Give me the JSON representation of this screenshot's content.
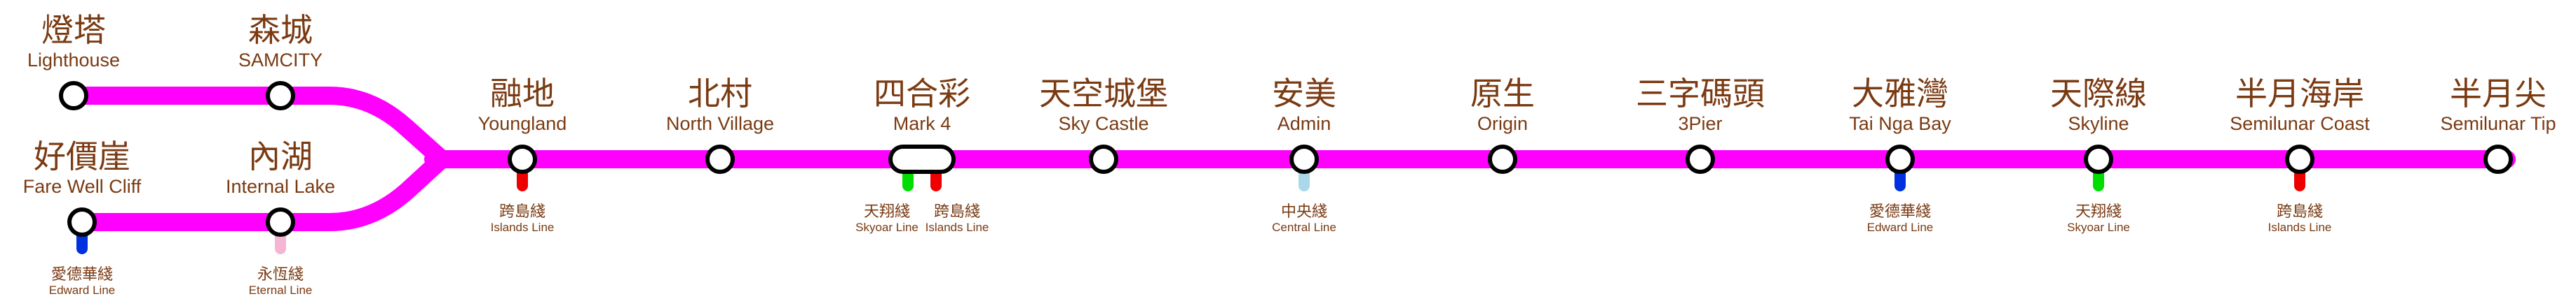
{
  "line_color": "#ff00ff",
  "text_color": "#7a3a12",
  "stations": [
    {
      "id": "lighthouse",
      "zh": "燈塔",
      "en": "Lighthouse",
      "connections": []
    },
    {
      "id": "samcity",
      "zh": "森城",
      "en": "SAMCITY",
      "connections": []
    },
    {
      "id": "farewell",
      "zh": "好價崖",
      "en": "Fare Well Cliff",
      "connections": [
        {
          "zh": "愛德華綫",
          "en": "Edward Line",
          "color": "#0030e0"
        }
      ]
    },
    {
      "id": "internal-lake",
      "zh": "內湖",
      "en": "Internal Lake",
      "connections": [
        {
          "zh": "永恆綫",
          "en": "Eternal Line",
          "color": "#f4b6d2"
        }
      ]
    },
    {
      "id": "youngland",
      "zh": "融地",
      "en": "Youngland",
      "connections": [
        {
          "zh": "跨島綫",
          "en": "Islands Line",
          "color": "#ee0000"
        }
      ]
    },
    {
      "id": "north-village",
      "zh": "北村",
      "en": "North Village",
      "connections": []
    },
    {
      "id": "mark4",
      "zh": "四合彩",
      "en": "Mark 4",
      "connections": [
        {
          "zh": "天翔綫",
          "en": "Skyoar Line",
          "color": "#00dd00"
        },
        {
          "zh": "跨島綫",
          "en": "Islands Line",
          "color": "#ee0000"
        }
      ]
    },
    {
      "id": "sky-castle",
      "zh": "天空城堡",
      "en": "Sky Castle",
      "connections": []
    },
    {
      "id": "admin",
      "zh": "安美",
      "en": "Admin",
      "connections": [
        {
          "zh": "中央綫",
          "en": "Central Line",
          "color": "#a8d8ea"
        }
      ]
    },
    {
      "id": "origin",
      "zh": "原生",
      "en": "Origin",
      "connections": []
    },
    {
      "id": "3pier",
      "zh": "三字碼頭",
      "en": "3Pier",
      "connections": []
    },
    {
      "id": "tai-nga-bay",
      "zh": "大雅灣",
      "en": "Tai Nga Bay",
      "connections": [
        {
          "zh": "愛德華綫",
          "en": "Edward Line",
          "color": "#0030e0"
        }
      ]
    },
    {
      "id": "skyline",
      "zh": "天際線",
      "en": "Skyline",
      "connections": [
        {
          "zh": "天翔綫",
          "en": "Skyoar Line",
          "color": "#00dd00"
        }
      ]
    },
    {
      "id": "semilunar-coast",
      "zh": "半月海岸",
      "en": "Semilunar Coast",
      "connections": [
        {
          "zh": "跨島綫",
          "en": "Islands Line",
          "color": "#ee0000"
        }
      ]
    },
    {
      "id": "semilunar-tip",
      "zh": "半月尖",
      "en": "Semilunar Tip",
      "connections": []
    }
  ]
}
